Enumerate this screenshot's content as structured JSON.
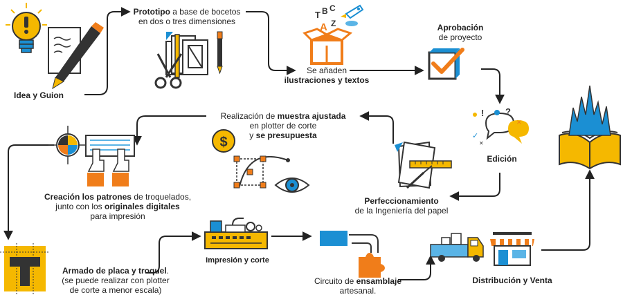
{
  "steps": {
    "idea": {
      "title": "Idea y Guion"
    },
    "prototipo": {
      "bold": "Prototipo",
      "rest": " a base de bocetos",
      "line2": "en dos o tres dimensiones"
    },
    "ilustraciones": {
      "line1": "Se añaden",
      "bold": "ilustraciones y textos"
    },
    "aprobacion": {
      "line1": "Aprobación",
      "line2": "de proyecto"
    },
    "edicion": {
      "title": "Edición"
    },
    "perfeccionamiento": {
      "bold": "Perfeccionamiento",
      "line2": "de la Ingeniería del papel"
    },
    "muestra": {
      "pre": "Realización de ",
      "bold": "muestra ajustada",
      "line2": "en plotter de corte",
      "line3_pre": "y ",
      "line3_bold": "se presupuesta"
    },
    "patrones": {
      "bold1": "Creación los patrones",
      "rest1": " de troquelados,",
      "pre2": "junto con los ",
      "bold2": "originales digitales",
      "line3": "para impresión"
    },
    "armado": {
      "bold": "Armado de placa y troquel",
      "tail": ".",
      "line2": "(se puede realizar con plotter",
      "line3": "de corte a menor escala)"
    },
    "impresion": {
      "title": "Impresión y corte"
    },
    "circuito": {
      "pre": "Circuito de ",
      "bold": "ensamblaje",
      "line2": "artesanal."
    },
    "distribucion": {
      "title": "Distribución y Venta"
    }
  },
  "icons": {
    "idea": "lightbulb-pencil-icon",
    "prototipo": "scissors-ruler-icon",
    "ilustraciones": "letters-box-icon",
    "aprobacion": "checkbox-icon",
    "edicion": "speech-bubbles-icon",
    "perfeccionamiento": "papers-ruler-icon",
    "muestra": "dollar-bezier-eye-icon",
    "patrones": "hands-keyboard-target-icon",
    "armado": "t-plate-icon",
    "impresion": "printer-machine-icon",
    "circuito": "puzzle-assembly-icon",
    "distribucion": "truck-store-icon",
    "final": "popup-book-icon"
  },
  "colors": {
    "yellow": "#F5B800",
    "orange": "#F07D1A",
    "blue": "#1B8FD3",
    "dark": "#333333",
    "line": "#222222",
    "light_blue": "#5AB4E6"
  }
}
